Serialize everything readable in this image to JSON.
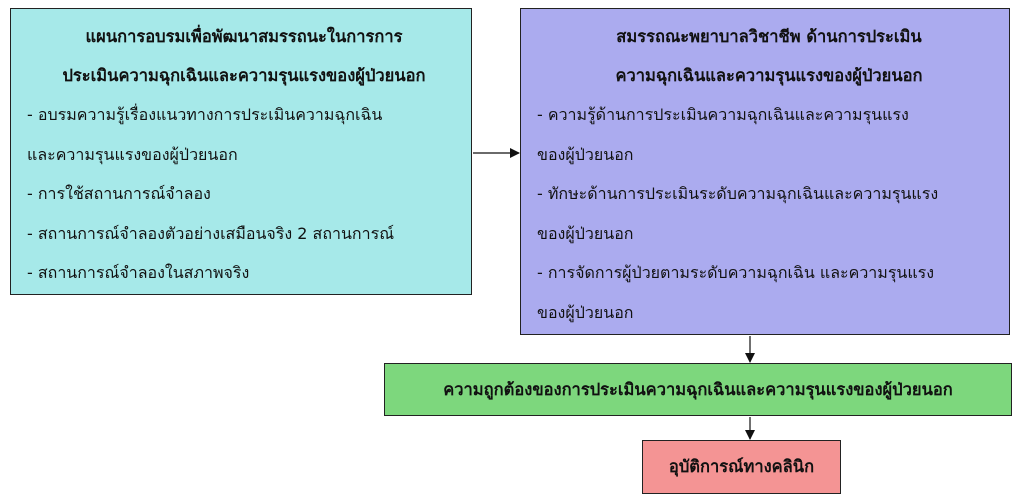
{
  "training_plan": {
    "title_lines": [
      "แผนการอบรมเพื่อพัฒนาสมรรถนะในการการ",
      "ประเมินความฉุกเฉินและความรุนแรงของผู้ป่วยนอก"
    ],
    "items": [
      "- อบรมความรู้เรื่องแนวทางการประเมินความฉุกเฉิน",
      "และความรุนแรงของผู้ป่วยนอก",
      "- การใช้สถานการณ์จำลอง",
      "- สถานการณ์จำลองตัวอย่างเสมือนจริง 2 สถานการณ์",
      "- สถานการณ์จำลองในสภาพจริง"
    ]
  },
  "competency": {
    "title_lines": [
      "สมรรถณะพยาบาลวิชาชีพ ด้านการประเมิน",
      "ความฉุกเฉินและความรุนแรงของผู้ป่วยนอก"
    ],
    "items": [
      "- ความรู้ด้านการประเมินความฉุกเฉินและความรุนแรง",
      "ของผู้ป่วยนอก",
      "- ทักษะด้านการประเมินระดับความฉุกเฉินและความรุนแรง",
      "ของผู้ป่วยนอก",
      "- การจัดการผู้ป่วยตามระดับความฉุกเฉิน และความรุนแรง",
      "ของผู้ป่วยนอก"
    ]
  },
  "accuracy": {
    "label": "ความถูกต้องของการประเมินความฉุกเฉินและความรุนแรงของผู้ป่วยนอก"
  },
  "clinical_incident": {
    "label": "อุบัติการณ์ทางคลินิก"
  },
  "colors": {
    "training_box": "#a6e9e9",
    "competency_box": "#ababef",
    "accuracy_box": "#7dd77d",
    "incident_box": "#f49494",
    "border": "#222222"
  }
}
